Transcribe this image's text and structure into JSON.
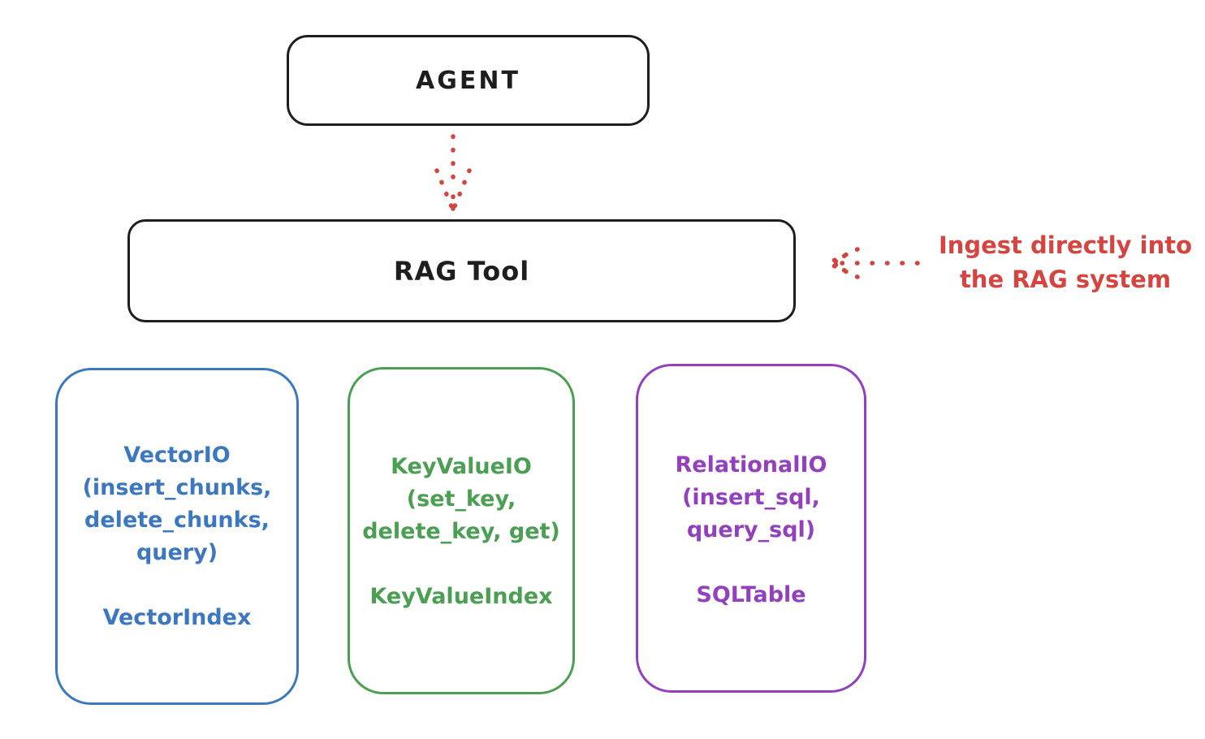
{
  "diagram": {
    "agent_box": {
      "label": "AGENT"
    },
    "rag_tool_box": {
      "label": "RAG Tool"
    },
    "annotation": {
      "line1": "Ingest directly into",
      "line2": "the RAG system"
    },
    "io_boxes": [
      {
        "name": "vector-io",
        "color": "#3c78c0",
        "lines": [
          "VectorIO",
          "(insert_chunks,",
          "delete_chunks,",
          "query)"
        ],
        "index_label": "VectorIndex"
      },
      {
        "name": "keyvalue-io",
        "color": "#4a9f52",
        "lines": [
          "KeyValueIO",
          "(set_key,",
          "delete_key, get)"
        ],
        "index_label": "KeyValueIndex"
      },
      {
        "name": "relational-io",
        "color": "#9340bf",
        "lines": [
          "RelationalIO",
          "(insert_sql,",
          "query_sql)"
        ],
        "index_label": "SQLTable"
      }
    ],
    "colors": {
      "stroke_black": "#1e1e1e",
      "red": "#d4453f",
      "blue": "#3c78c0",
      "green": "#4a9f52",
      "purple": "#9340bf"
    }
  }
}
